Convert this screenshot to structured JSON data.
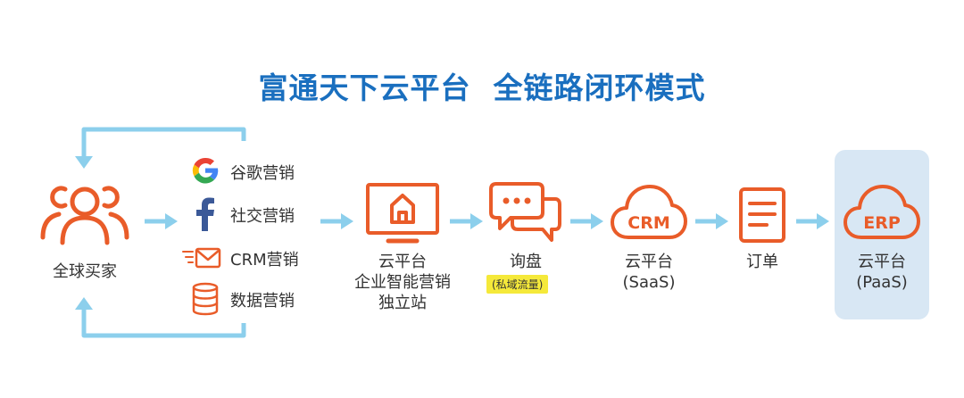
{
  "title": "富通天下云平台  全链路闭环模式",
  "colors": {
    "accent_orange": "#e95c29",
    "arrow_blue": "#8ccfec",
    "title_blue": "#1a6fbf",
    "paas_bg": "#d8e7f4",
    "badge_yellow": "#f5e93a"
  },
  "buyers": {
    "label": "全球买家",
    "icon": "people-group-icon"
  },
  "channels": [
    {
      "label": "谷歌营销",
      "icon": "google-icon"
    },
    {
      "label": "社交营销",
      "icon": "facebook-icon"
    },
    {
      "label": "CRM营销",
      "icon": "mail-icon"
    },
    {
      "label": "数据营销",
      "icon": "database-icon"
    }
  ],
  "steps": {
    "site": {
      "label": "云平台\n企业智能营销\n独立站",
      "icon": "monitor-house-icon"
    },
    "inquiry": {
      "label": "询盘",
      "badge": "(私域流量)",
      "icon": "chat-bubble-icon"
    },
    "crm": {
      "label": "云平台\n(SaaS)",
      "icon_text": "CRM",
      "icon": "cloud-crm-icon"
    },
    "order": {
      "label": "订单",
      "icon": "document-icon"
    },
    "erp": {
      "label": "云平台\n(PaaS)",
      "icon_text": "ERP",
      "icon": "cloud-erp-icon"
    }
  }
}
